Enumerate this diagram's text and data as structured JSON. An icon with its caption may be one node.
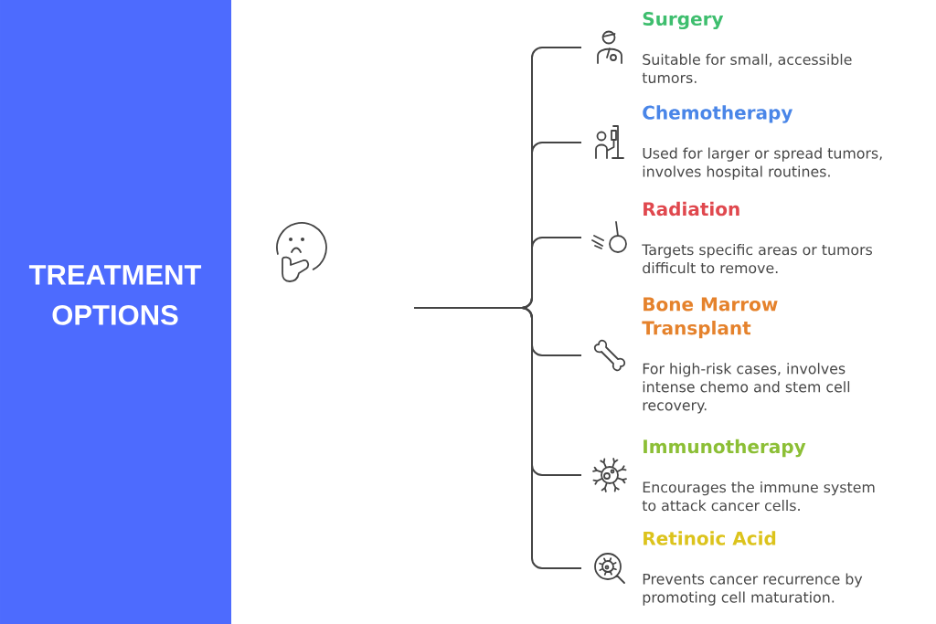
{
  "diagram": {
    "title": "TREATMENT OPTIONS",
    "nodes": [
      {
        "text": [
          "Surgery",
          "Suitable for small, accessible tumors."
        ]
      },
      {
        "text": [
          "Chemotherapy",
          "Used for larger or spread tumors, involves hospital routines."
        ]
      },
      {
        "text": [
          "Radiation",
          "Targets specific areas or tumors difficult to remove."
        ]
      },
      {
        "text": [
          "Bone Marrow Transplant",
          "For high-risk cases, involves intense chemo and stem cell recovery."
        ]
      },
      {
        "text": [
          "Immunotherapy",
          "Encourages the immune system to attack cancer cells."
        ]
      },
      {
        "text": [
          "Retinoic Acid",
          "Prevents cancer recurrence by promoting cell maturation."
        ]
      }
    ],
    "edges": [
      {
        "from": null,
        "to": 0,
        "arrow": "none"
      },
      {
        "from": null,
        "to": 1,
        "arrow": "none"
      },
      {
        "from": null,
        "to": 2,
        "arrow": "none"
      },
      {
        "from": null,
        "to": 3,
        "arrow": "none"
      },
      {
        "from": null,
        "to": 4,
        "arrow": "none"
      },
      {
        "from": null,
        "to": 5,
        "arrow": "none"
      }
    ]
  }
}
